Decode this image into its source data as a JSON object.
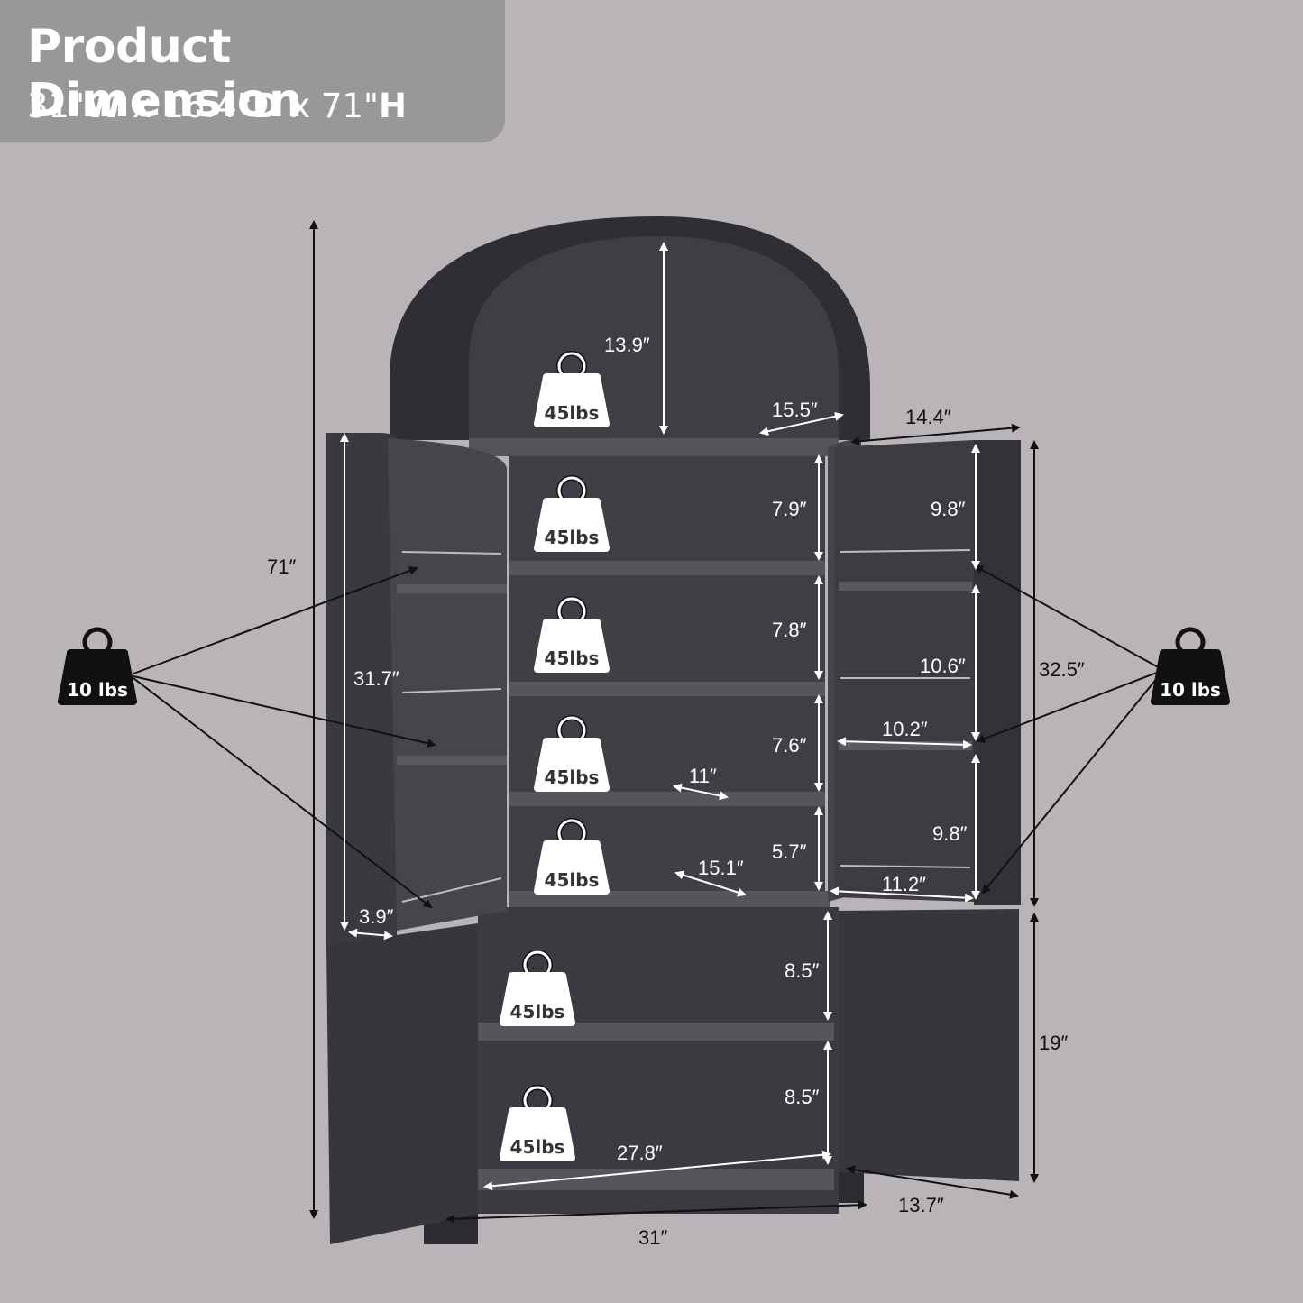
{
  "header": {
    "title": "Product Dimension",
    "dims": [
      {
        "value": "31\"",
        "unit": "W"
      },
      {
        "value": " x 16.4\"",
        "unit": "D"
      },
      {
        "value": " x 71\"",
        "unit": "H"
      }
    ]
  },
  "dimensions": {
    "overall_height": "71″",
    "overall_width": "31″",
    "depth_bottom": "13.7″",
    "upper_height": "32.5″",
    "lower_height": "19″",
    "top_depth": "14.4″",
    "arch_height": "13.9″",
    "arch_depth": "15.5″",
    "shelf_1": "7.9″",
    "shelf_2": "7.8″",
    "shelf_3": "7.6″",
    "shelf_4": "5.7″",
    "shelf_depth_a": "11″",
    "shelf_depth_b": "15.1″",
    "lower_shelf_1": "8.5″",
    "lower_shelf_2": "8.5″",
    "inner_width": "27.8″",
    "left_door_height": "31.7″",
    "left_door_depth": "3.9″",
    "right_door_top": "9.8″",
    "right_door_mid": "10.6″",
    "right_door_low": "9.8″",
    "right_door_width": "10.2″",
    "right_door_width_bottom": "11.2″"
  },
  "weights": {
    "shelf_capacity": "45lbs",
    "door_capacity": "10 lbs"
  },
  "colors": {
    "background": "#b9b4b7",
    "title_box": "#98989a",
    "cabinet": "#3e3d42",
    "cabinet_dark": "#2a292d",
    "shelf_edge": "#55545a"
  }
}
